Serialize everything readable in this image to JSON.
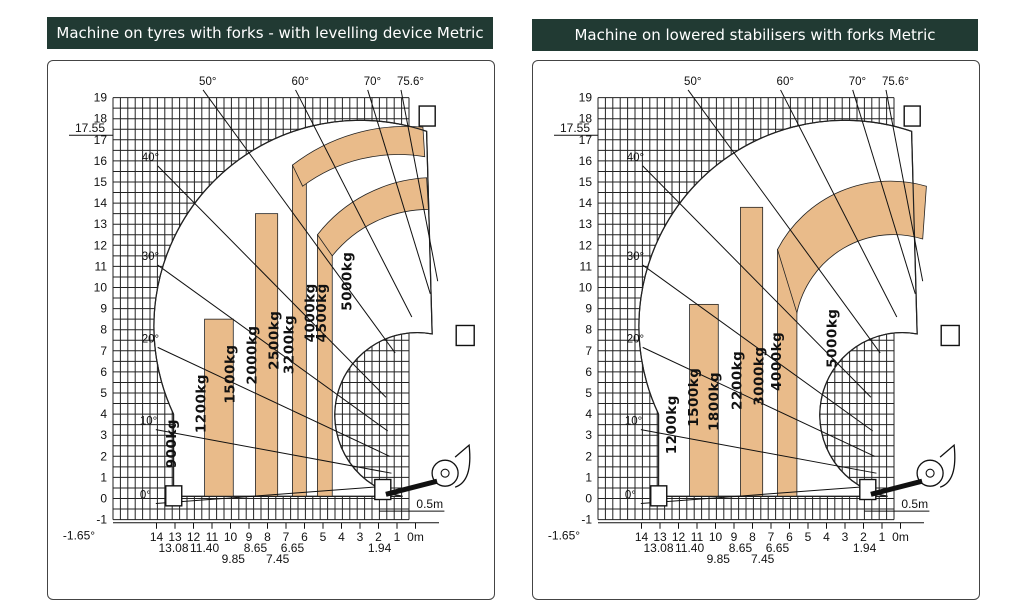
{
  "colors": {
    "banner": "#213a33",
    "zone": "#e9bb8a",
    "grid": "#222222"
  },
  "chart_data": [
    {
      "type": "load chart",
      "title": "Machine on tyres with forks - with levelling device Metric",
      "y_ticks": [
        "19",
        "18",
        "17",
        "16",
        "15",
        "14",
        "13",
        "12",
        "11",
        "10",
        "9",
        "8",
        "7",
        "6",
        "5",
        "4",
        "3",
        "2",
        "1",
        "0",
        "-1"
      ],
      "y_special": [
        "17.55",
        "-1.65°"
      ],
      "x_ticks": [
        "14",
        "13",
        "12",
        "11",
        "10",
        "9",
        "8",
        "7",
        "6",
        "5",
        "4",
        "3",
        "2",
        "1",
        "0m"
      ],
      "x_special": [
        "13.08",
        "11.40",
        "9.85",
        "8.65",
        "7.45",
        "6.65",
        "1.94"
      ],
      "boom_angles": [
        "0°",
        "10°",
        "20°",
        "30°",
        "40°",
        "50°",
        "60°",
        "70°",
        "75.6°"
      ],
      "scale_label": "0.5m",
      "loads": [
        {
          "label": "900kg",
          "x": 13.0
        },
        {
          "label": "1200kg",
          "x": 11.4
        },
        {
          "label": "1500kg",
          "x": 9.85
        },
        {
          "label": "2000kg",
          "x": 8.65
        },
        {
          "label": "2500kg",
          "x": 7.45
        },
        {
          "label": "3200kg",
          "x": 6.65
        },
        {
          "label": "4000kg",
          "x": 5.5
        },
        {
          "label": "4500kg",
          "x": 4.9
        },
        {
          "label": "5000kg",
          "x": 3.5
        }
      ]
    },
    {
      "type": "load chart",
      "title": "Machine on lowered stabilisers with forks Metric",
      "y_ticks": [
        "19",
        "18",
        "17",
        "16",
        "15",
        "14",
        "13",
        "12",
        "11",
        "10",
        "9",
        "8",
        "7",
        "6",
        "5",
        "4",
        "3",
        "2",
        "1",
        "0",
        "-1"
      ],
      "y_special": [
        "17.55",
        "-1.65°"
      ],
      "x_ticks": [
        "14",
        "13",
        "12",
        "11",
        "10",
        "9",
        "8",
        "7",
        "6",
        "5",
        "4",
        "3",
        "2",
        "1",
        "0m"
      ],
      "x_special": [
        "13.08",
        "11.40",
        "9.85",
        "8.65",
        "7.45",
        "6.65",
        "1.94"
      ],
      "boom_angles": [
        "0°",
        "10°",
        "20°",
        "30°",
        "40°",
        "50°",
        "60°",
        "70°",
        "75.6°"
      ],
      "scale_label": "0.5m",
      "loads": [
        {
          "label": "1200kg",
          "x": 12.2
        },
        {
          "label": "1500kg",
          "x": 11.0
        },
        {
          "label": "1800kg",
          "x": 9.9
        },
        {
          "label": "2200kg",
          "x": 8.65
        },
        {
          "label": "3000kg",
          "x": 7.45
        },
        {
          "label": "4000kg",
          "x": 6.5
        },
        {
          "label": "5000kg",
          "x": 3.5
        }
      ]
    }
  ]
}
